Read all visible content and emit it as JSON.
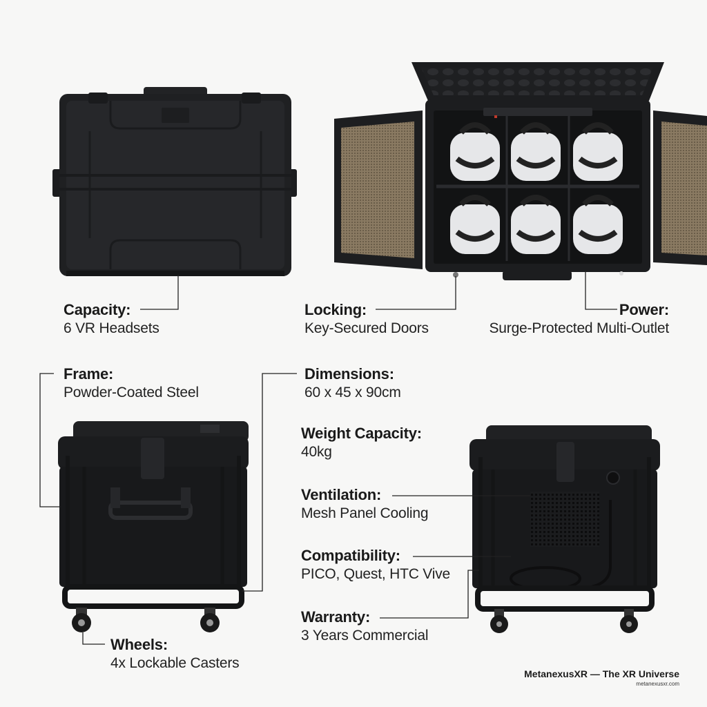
{
  "specs": {
    "capacity": {
      "label": "Capacity:",
      "value": "6 VR Headsets"
    },
    "locking": {
      "label": "Locking:",
      "value": "Key-Secured Doors"
    },
    "power": {
      "label": "Power:",
      "value": "Surge-Protected Multi-Outlet"
    },
    "frame": {
      "label": "Frame:",
      "value": "Powder-Coated Steel"
    },
    "dimensions": {
      "label": "Dimensions:",
      "value": "60 x 45 x 90cm"
    },
    "weight": {
      "label": "Weight Capacity:",
      "value": "40kg"
    },
    "ventilation": {
      "label": "Ventilation:",
      "value": "Mesh Panel Cooling"
    },
    "compatibility": {
      "label": "Compatibility:",
      "value": "PICO, Quest, HTC Vive"
    },
    "warranty": {
      "label": "Warranty:",
      "value": "3 Years Commercial"
    },
    "wheels": {
      "label": "Wheels:",
      "value": "4x Lockable Casters"
    }
  },
  "brand": {
    "name": "MetanexusXR — The XR Universe",
    "url": "metanexusxr.com"
  },
  "colors": {
    "background": "#f7f7f6",
    "case_body": "#1c1d1f",
    "case_edge": "#2b2c2f",
    "mesh": "#8a7a62",
    "headset": "#e6e7e9",
    "leader_line": "#222222"
  },
  "illustrations": [
    "closed-case-top-view",
    "open-case-with-headsets",
    "cart-front-view",
    "cart-back-view"
  ]
}
